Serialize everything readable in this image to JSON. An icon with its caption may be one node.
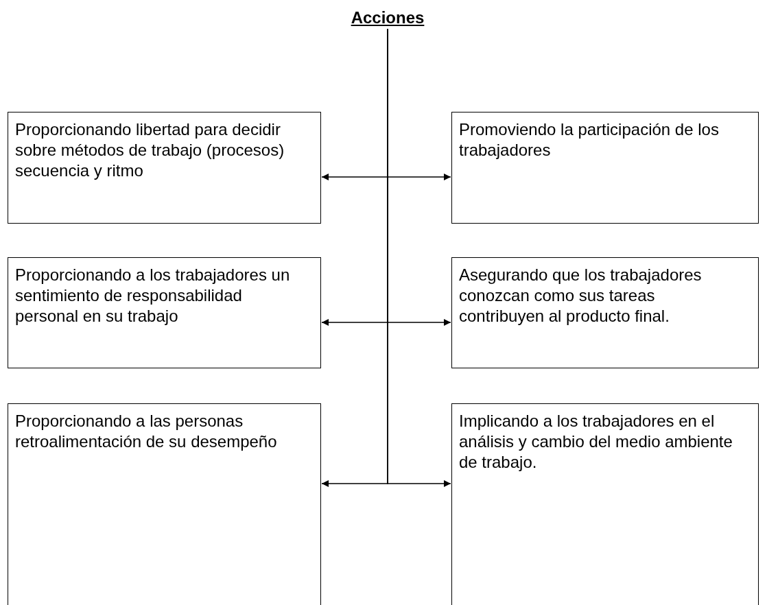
{
  "diagram": {
    "nodes": [
      {
        "text": [
          "Acciones"
        ]
      },
      {
        "text": [
          "Proporcionando libertad para decidir sobre métodos de trabajo (procesos) secuencia y ritmo"
        ]
      },
      {
        "text": [
          "Promoviendo la participación de los trabajadores"
        ]
      },
      {
        "text": [
          "Proporcionando a los trabajadores un sentimiento de responsabilidad personal en su trabajo"
        ]
      },
      {
        "text": [
          "Asegurando que los trabajadores conozcan como sus tareas contribuyen al producto final."
        ]
      },
      {
        "text": [
          "Proporcionando a las personas retroalimentación de su desempeño"
        ]
      },
      {
        "text": [
          "Implicando a los trabajadores en el análisis y cambio del medio ambiente de trabajo."
        ]
      }
    ],
    "edges": [
      {
        "from": 0,
        "to": 1,
        "arrow": "to"
      },
      {
        "from": 0,
        "to": 2,
        "arrow": "to"
      },
      {
        "from": 0,
        "to": 3,
        "arrow": "to"
      },
      {
        "from": 0,
        "to": 4,
        "arrow": "to"
      },
      {
        "from": 0,
        "to": 5,
        "arrow": "to"
      },
      {
        "from": 0,
        "to": 6,
        "arrow": "to"
      }
    ]
  }
}
